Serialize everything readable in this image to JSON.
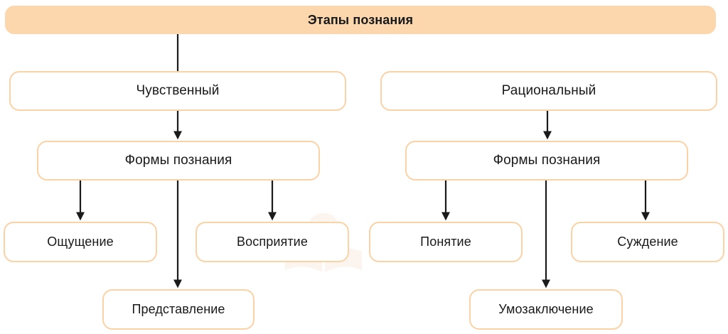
{
  "diagram": {
    "title": "Этапы познания",
    "type": "hierarchy-flowchart",
    "colors": {
      "header_fill": "#fcd7ad",
      "box_border": "#fbd2a5",
      "box_fill": "#ffffff",
      "text": "#19191c",
      "connector": "#1a1a1a",
      "background": "#ffffff"
    },
    "nodes": {
      "root": "Этапы познания",
      "branch_left": "Чувственный",
      "branch_right": "Рациональный",
      "forms_left": "Формы познания",
      "forms_right": "Формы познания",
      "left_leaf_1": "Ощущение",
      "left_leaf_2": "Восприятие",
      "left_leaf_3": "Представление",
      "right_leaf_1": "Понятие",
      "right_leaf_2": "Суждение",
      "right_leaf_3": "Умозаключение"
    }
  }
}
